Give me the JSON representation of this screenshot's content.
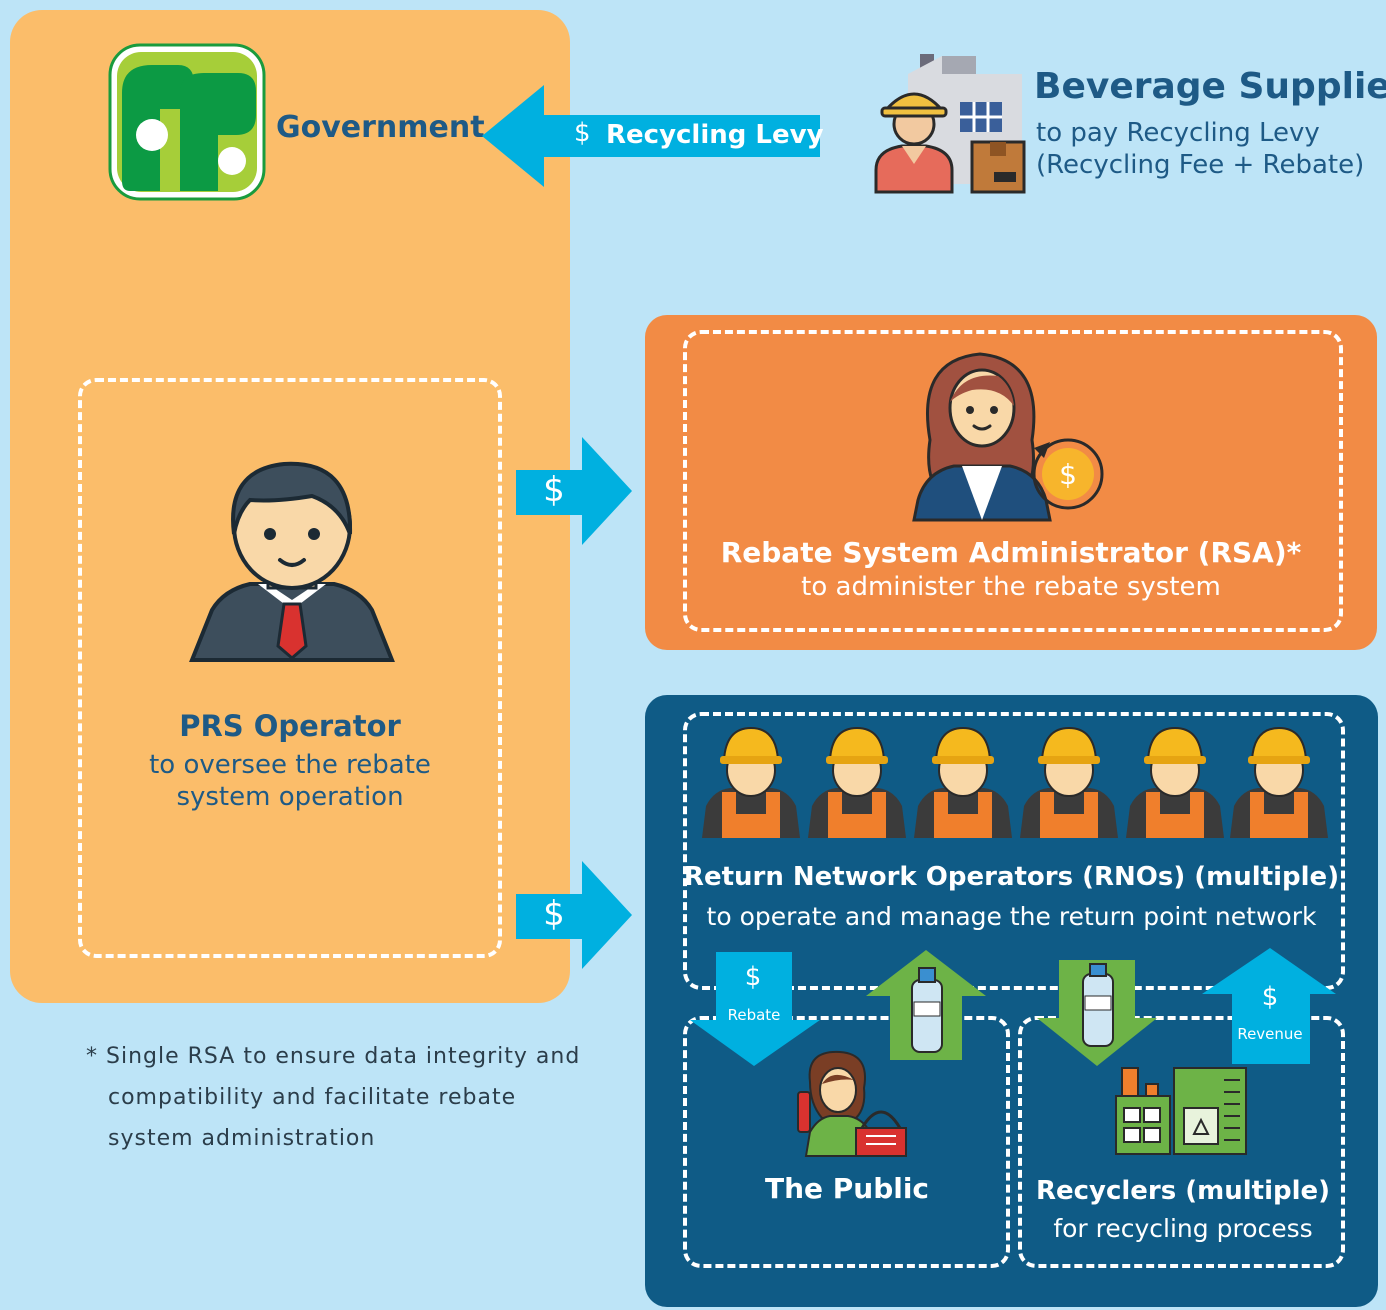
{
  "government": {
    "label": "Government"
  },
  "levy_arrow": {
    "symbol": "$",
    "label": "Recycling Levy"
  },
  "beverage_suppliers": {
    "title": "Beverage Suppliers",
    "line1": "to pay Recycling Levy",
    "line2": "(Recycling Fee + Rebate)"
  },
  "prs_operator": {
    "title": "PRS Operator",
    "line1": "to oversee the rebate",
    "line2": "system operation"
  },
  "payment_arrows": {
    "symbol": "$"
  },
  "rsa": {
    "title": "Rebate System Administrator (RSA)*",
    "subtitle": "to administer the rebate system"
  },
  "rno": {
    "title": "Return Network Operators (RNOs) (multiple)",
    "subtitle": "to operate and manage the return point network"
  },
  "rebate_arrow": {
    "symbol": "$",
    "label": "Rebate"
  },
  "revenue_arrow": {
    "symbol": "$",
    "label": "Revenue"
  },
  "public": {
    "title": "The Public"
  },
  "recyclers": {
    "title": "Recyclers (multiple)",
    "subtitle": "for recycling process"
  },
  "footnote": {
    "line1": "* Single RSA to ensure data integrity and",
    "line2": "compatibility and facilitate rebate",
    "line3": "system administration"
  },
  "colors": {
    "background": "#bde4f7",
    "government_panel": "#fbbd6a",
    "rsa_panel": "#f28b45",
    "rno_panel": "#0f5b86",
    "money_arrow": "#00b0e0",
    "bottle_arrow": "#6db347",
    "title_text": "#1e5a86"
  }
}
